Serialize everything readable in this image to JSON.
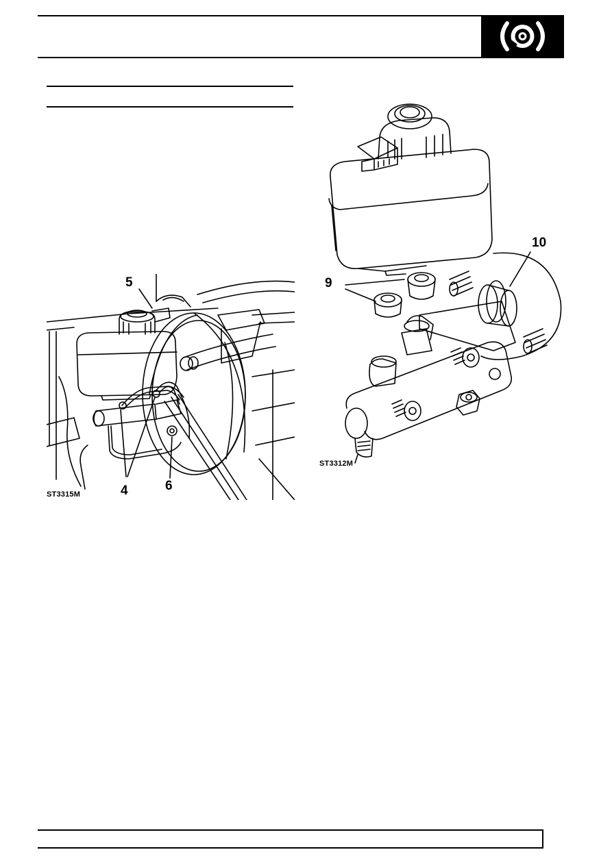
{
  "header": {
    "logo_icon": "brake-disc-icon"
  },
  "figures": [
    {
      "id": "ST3315M",
      "callouts": [
        "5",
        "4",
        "6"
      ]
    },
    {
      "id": "ST3312M",
      "callouts": [
        "9",
        "10"
      ]
    }
  ]
}
